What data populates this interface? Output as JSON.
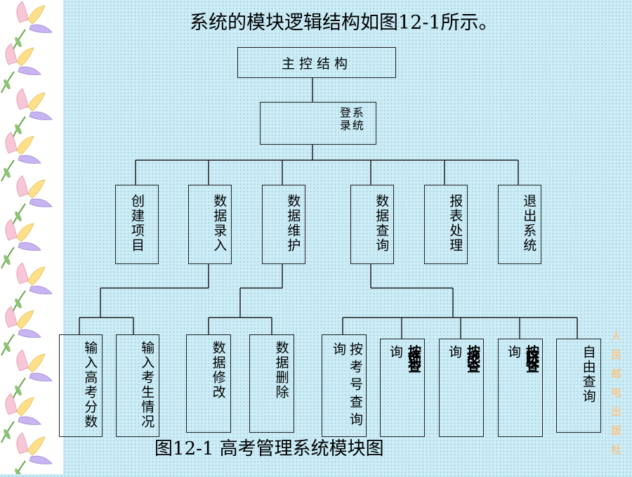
{
  "title": "系统的模块逻辑结构如图12-1所示。",
  "caption": "图12-1  高考管理系统模块图",
  "publisher": "人民邮电出版社",
  "diagram": {
    "root": "主控结构",
    "login": "系统登录",
    "modules": [
      "创建项目",
      "数据录入",
      "数据维护",
      "数据查询",
      "报表处理",
      "退出系统"
    ],
    "entry_children": [
      "输入高考分数",
      "输入考生情况"
    ],
    "maint_children": [
      "数据修改",
      "数据删除"
    ],
    "query_children": {
      "by_number": "按考号查询",
      "by_number_prefix": "询",
      "q2_main": "按性别查",
      "q2_prefix": "询",
      "q3_main": "按地区查",
      "q3_prefix": "询",
      "q4_main": "按院校查",
      "q4_prefix": "询",
      "free": "自由查询"
    }
  }
}
